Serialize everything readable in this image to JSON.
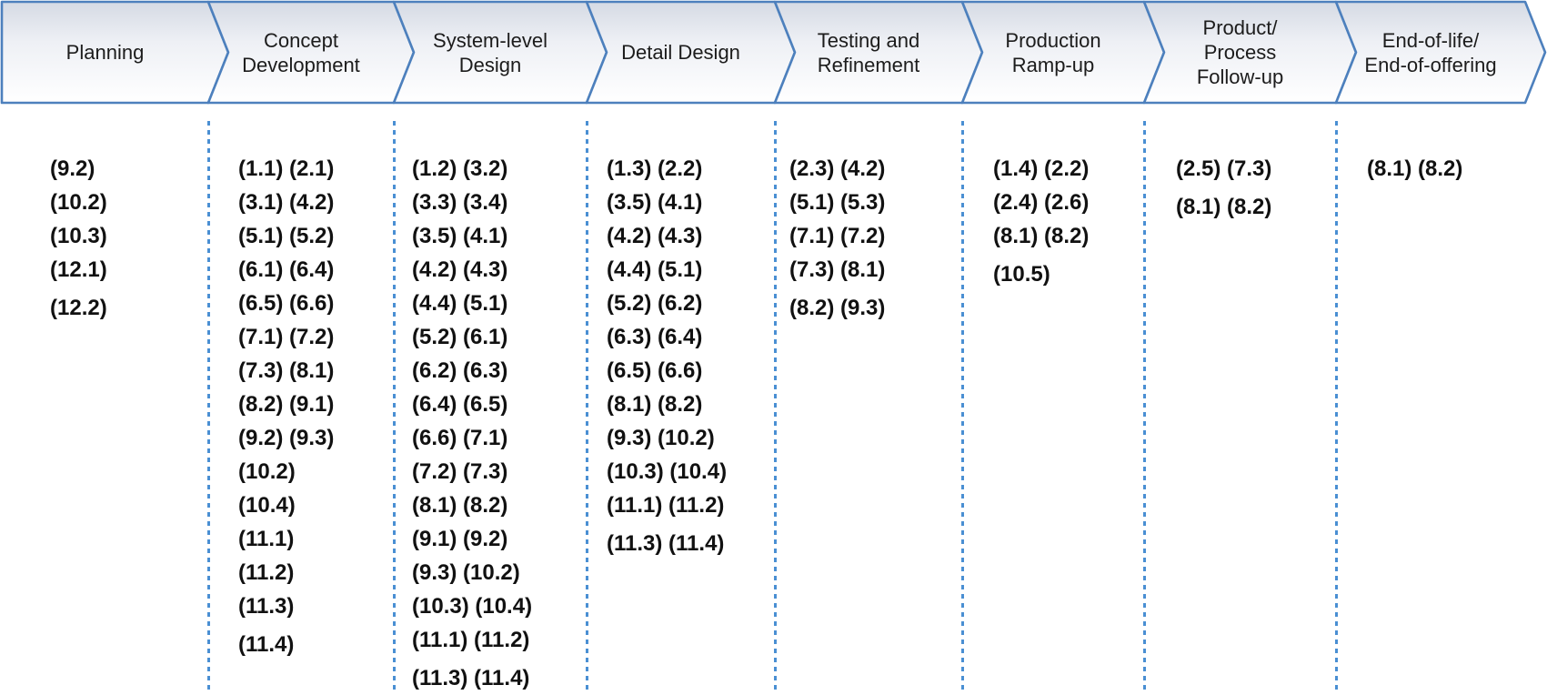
{
  "diagram": {
    "type": "process-flow-chevron",
    "description": "Product lifecycle phases with mapped requirement codes listed under each phase"
  },
  "colors": {
    "chevron_border": "#4d80bd",
    "chevron_fill_top": "#d5dae4",
    "chevron_fill_mid": "#eef0f5",
    "chevron_fill_bottom": "#ffffff",
    "divider_dot": "#4a8fd3",
    "text_color": "#111111",
    "header_text_color": "#1c1c1c"
  },
  "phases": [
    {
      "label_lines": [
        "Planning"
      ],
      "items": [
        "(9.2)",
        "(10.2)",
        "(10.3)",
        "(12.1)",
        "(12.2)"
      ]
    },
    {
      "label_lines": [
        "Concept",
        "Development"
      ],
      "items": [
        "(1.1) (2.1)",
        "(3.1) (4.2)",
        "(5.1) (5.2)",
        "(6.1) (6.4)",
        "(6.5) (6.6)",
        "(7.1) (7.2)",
        "(7.3) (8.1)",
        "(8.2) (9.1)",
        "(9.2) (9.3)",
        "(10.2)",
        "(10.4)",
        "(11.1)",
        "(11.2)",
        "(11.3)",
        "(11.4)"
      ]
    },
    {
      "label_lines": [
        "System-level",
        "Design"
      ],
      "items": [
        "(1.2) (3.2)",
        "(3.3) (3.4)",
        "(3.5) (4.1)",
        "(4.2) (4.3)",
        "(4.4) (5.1)",
        "(5.2) (6.1)",
        "(6.2) (6.3)",
        "(6.4) (6.5)",
        "(6.6) (7.1)",
        "(7.2) (7.3)",
        "(8.1) (8.2)",
        "(9.1) (9.2)",
        "(9.3) (10.2)",
        "(10.3) (10.4)",
        "(11.1) (11.2)",
        "(11.3) (11.4)"
      ]
    },
    {
      "label_lines": [
        "Detail Design"
      ],
      "items": [
        "(1.3) (2.2)",
        "(3.5) (4.1)",
        "(4.2) (4.3)",
        "(4.4) (5.1)",
        "(5.2) (6.2)",
        "(6.3) (6.4)",
        "(6.5) (6.6)",
        "(8.1) (8.2)",
        "(9.3) (10.2)",
        "(10.3) (10.4)",
        "(11.1) (11.2)",
        "(11.3) (11.4)"
      ]
    },
    {
      "label_lines": [
        "Testing and",
        "Refinement"
      ],
      "items": [
        "(2.3) (4.2)",
        "(5.1) (5.3)",
        "(7.1) (7.2)",
        "(7.3) (8.1)",
        "(8.2) (9.3)"
      ]
    },
    {
      "label_lines": [
        "Production",
        "Ramp-up"
      ],
      "items": [
        "(1.4) (2.2)",
        "(2.4) (2.6)",
        "(8.1) (8.2)",
        "(10.5)"
      ]
    },
    {
      "label_lines": [
        "Product/",
        "Process",
        "Follow-up"
      ],
      "items": [
        "(2.5) (7.3)",
        "(8.1) (8.2)"
      ]
    },
    {
      "label_lines": [
        "End-of-life/",
        "End-of-offering"
      ],
      "items": [
        "(8.1) (8.2)"
      ]
    }
  ]
}
